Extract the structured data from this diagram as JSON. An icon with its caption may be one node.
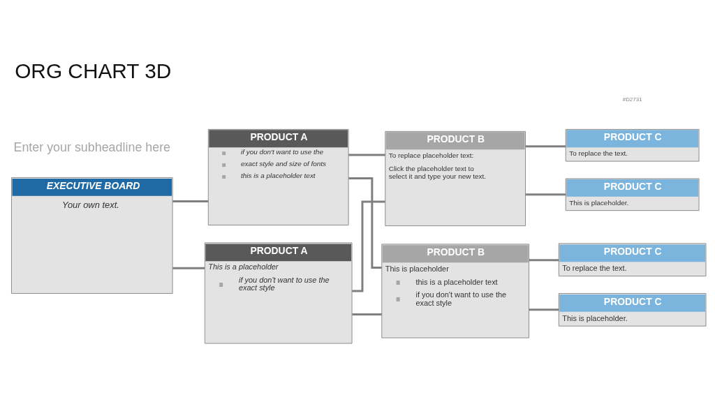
{
  "diagram": {
    "title": "ORG CHART 3D",
    "nodes": [
      {
        "text": [
          "EXECUTIVE BOARD",
          "Your own text."
        ]
      },
      {
        "text": [
          "PRODUCT A",
          "if you don't want to use the",
          "exact style and size of fonts",
          "this is a placeholder text"
        ]
      },
      {
        "text": [
          "PRODUCT A",
          "This is a placeholder",
          "if you don't want to use the exact style"
        ]
      },
      {
        "text": [
          "PRODUCT B",
          "To replace placeholder text:",
          "Click the placeholder text to select it and type your new text."
        ]
      },
      {
        "text": [
          "PRODUCT B",
          "This is placeholder",
          "this is a placeholder text",
          "if you don't want to use the exact style"
        ]
      },
      {
        "text": [
          "PRODUCT C",
          "To replace the text."
        ]
      },
      {
        "text": [
          "PRODUCT C",
          "This is placeholder."
        ]
      },
      {
        "text": [
          "PRODUCT C",
          "To replace the text."
        ]
      },
      {
        "text": [
          "PRODUCT C",
          "This is placeholder."
        ]
      }
    ],
    "edges": [
      {
        "from": 0,
        "to": 1,
        "arrow": "none"
      },
      {
        "from": 0,
        "to": 2,
        "arrow": "none"
      },
      {
        "from": 1,
        "to": 3,
        "arrow": "none"
      },
      {
        "from": 1,
        "to": 4,
        "arrow": "none"
      },
      {
        "from": 2,
        "to": 3,
        "arrow": "none"
      },
      {
        "from": 2,
        "to": 4,
        "arrow": "none"
      },
      {
        "from": 3,
        "to": 5,
        "arrow": "none"
      },
      {
        "from": 3,
        "to": 6,
        "arrow": "none"
      },
      {
        "from": 4,
        "to": 7,
        "arrow": "none"
      },
      {
        "from": 4,
        "to": 8,
        "arrow": "none"
      }
    ],
    "labels": [
      "#D2731",
      "Enter your subheadline here"
    ]
  }
}
